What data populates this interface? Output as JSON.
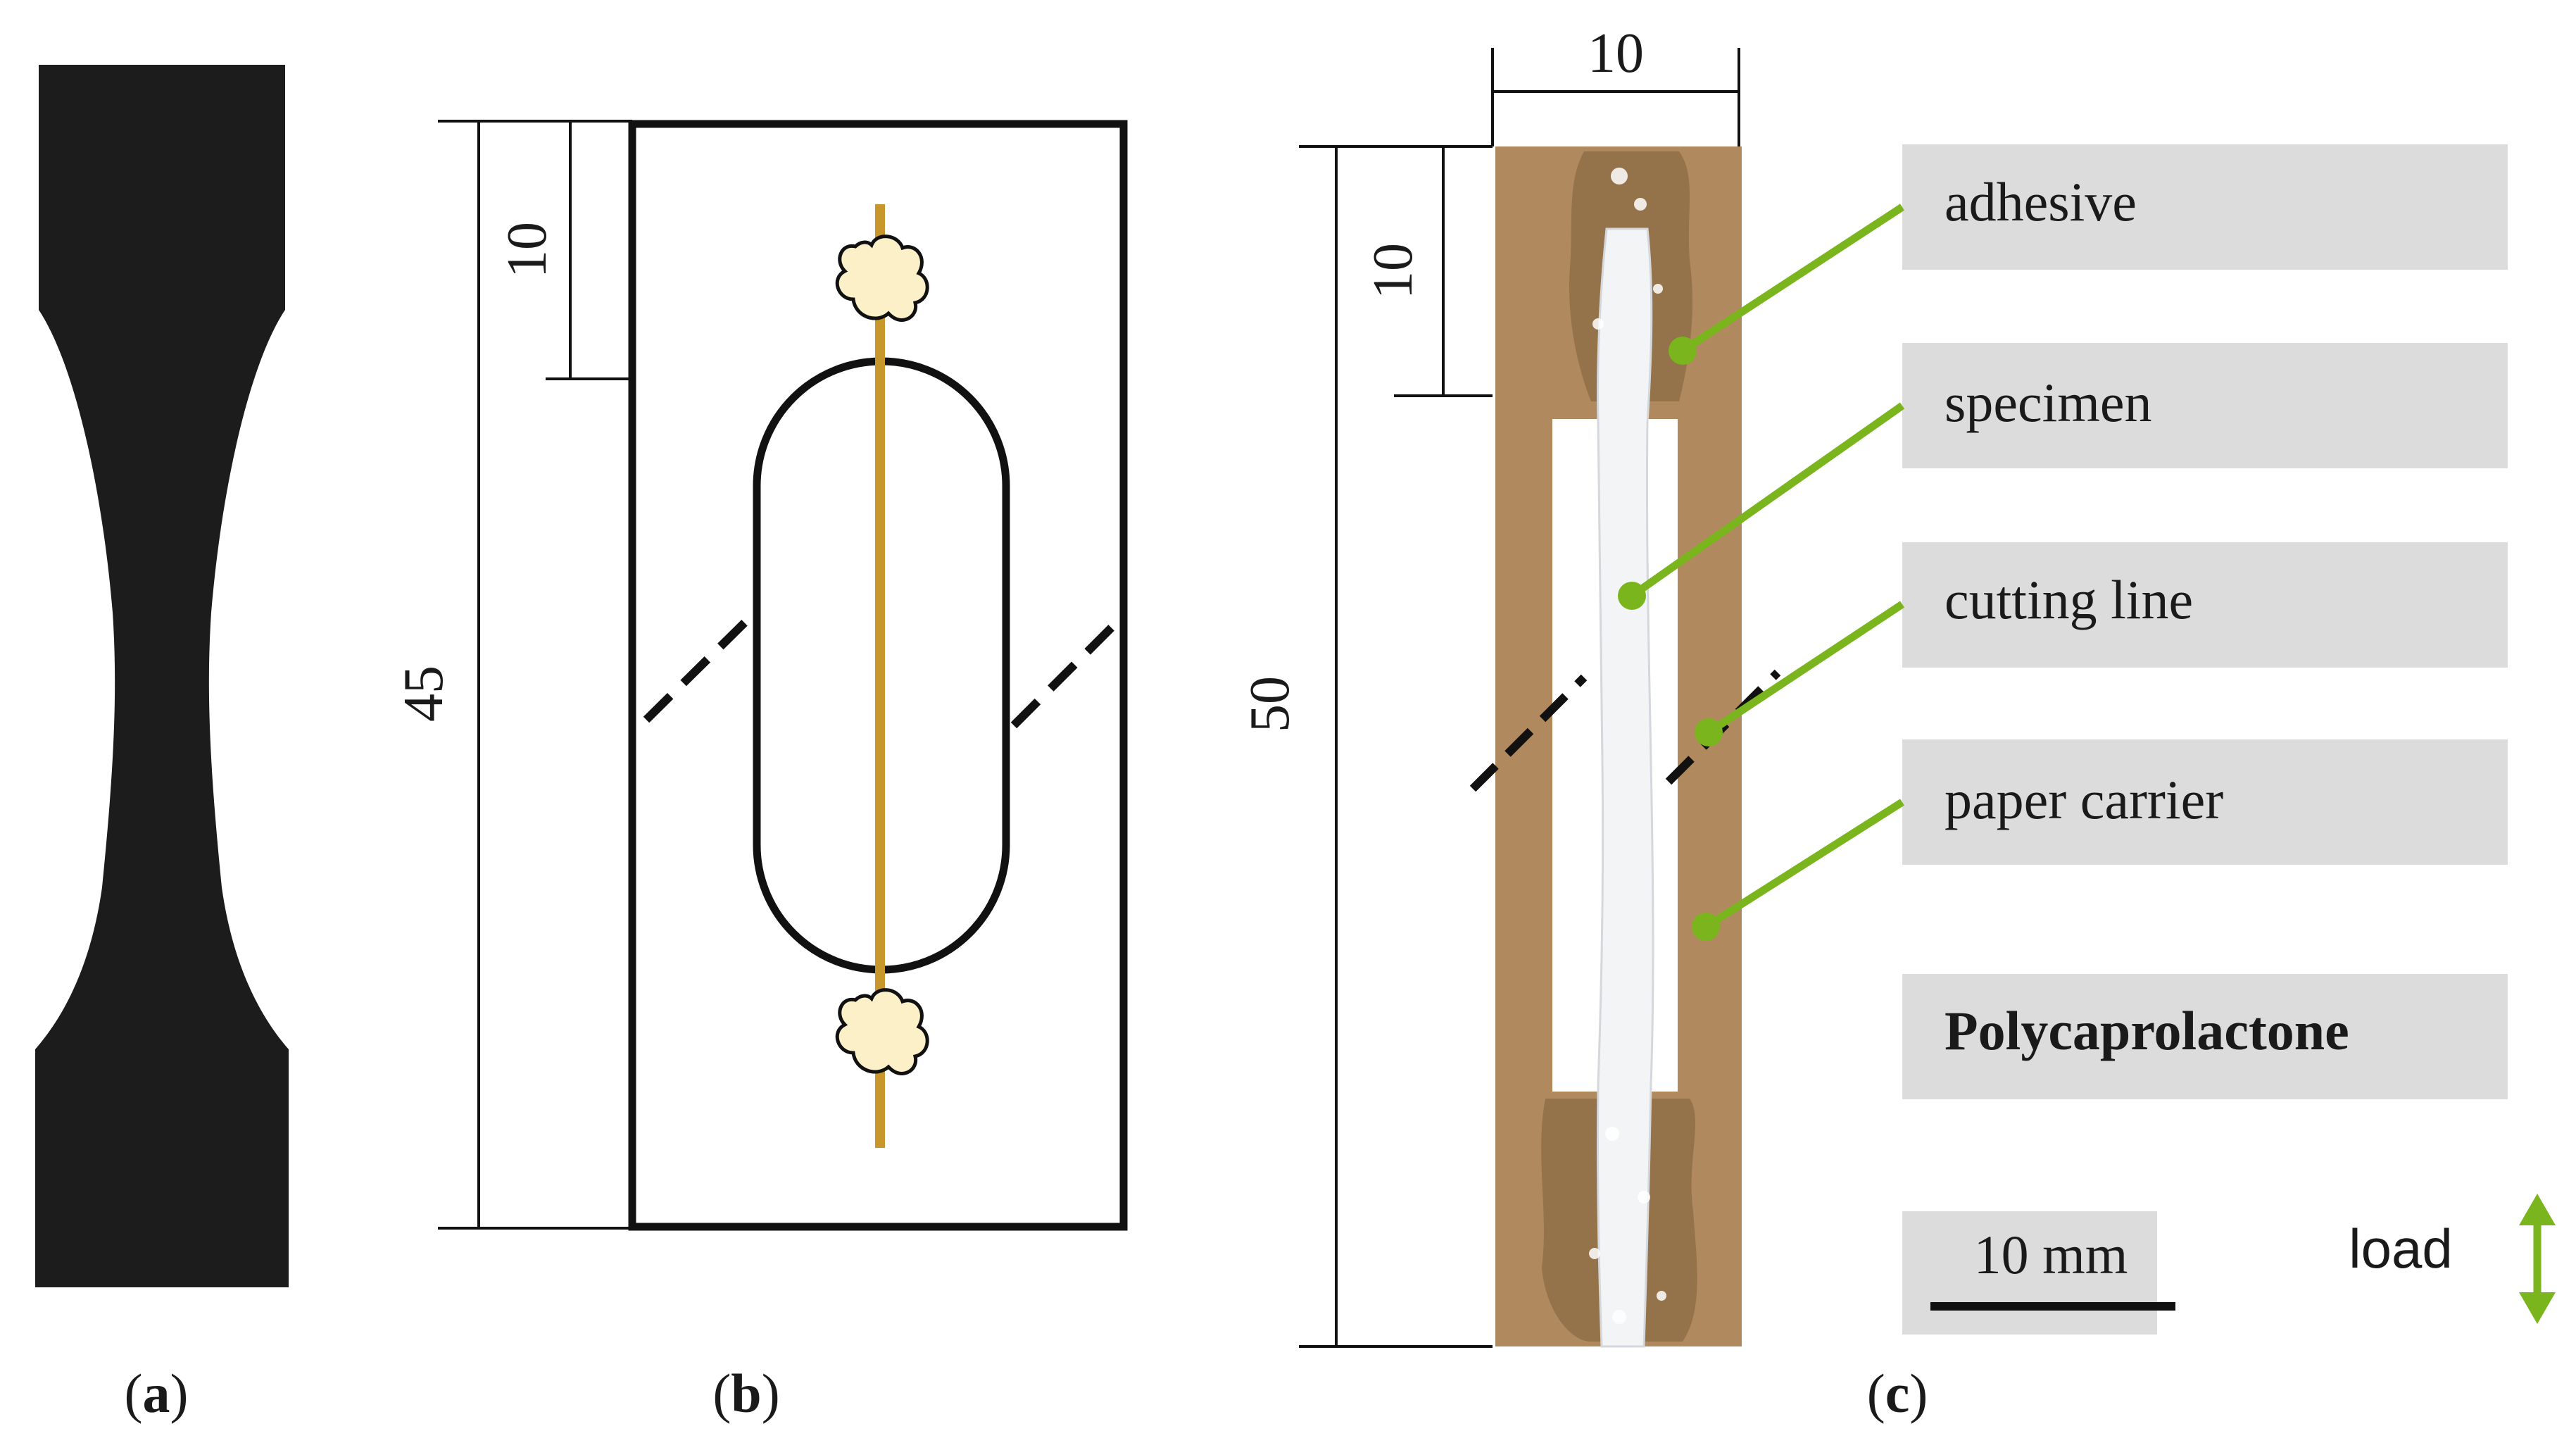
{
  "panels": {
    "a": {
      "caption_open": "(",
      "caption_letter": "a",
      "caption_close": ")"
    },
    "b": {
      "caption_open": "(",
      "caption_letter": "b",
      "caption_close": ")",
      "dim_top": "10",
      "dim_total": "45"
    },
    "c": {
      "caption_open": "(",
      "caption_letter": "c",
      "caption_close": ")",
      "dim_width": "10",
      "dim_top": "10",
      "dim_total": "50"
    }
  },
  "legend": {
    "adhesive": "adhesive",
    "specimen": "specimen",
    "cutting_line": "cutting line",
    "paper_carrier": "paper carrier",
    "material": "Polycaprolactone",
    "scale_bar": "10 mm",
    "load": "load"
  },
  "colors": {
    "accent_green": "#7ab51d",
    "label_box": "#dcdcdc",
    "carrier": "#b08a5e",
    "fiber": "#c8962a",
    "adhesive_blob": "#fbf0c8"
  }
}
